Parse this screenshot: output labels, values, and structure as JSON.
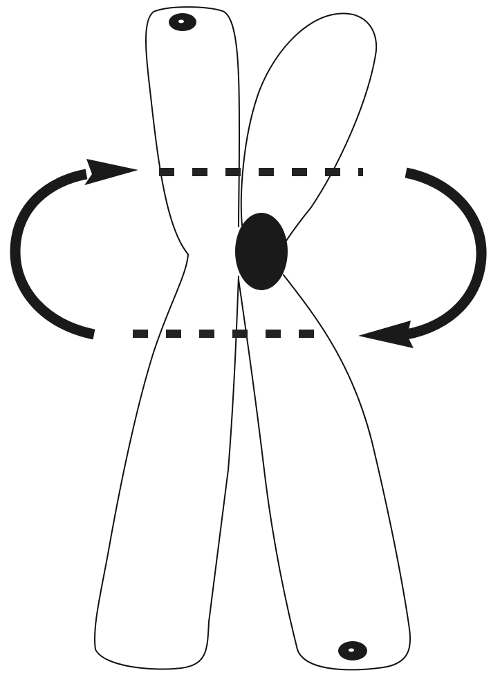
{
  "diagram": {
    "subject": "chromosome-inversion",
    "colors": {
      "outline": "#111111",
      "fill": "#1a1a1a",
      "dashes": "#222222",
      "background": "#ffffff"
    },
    "parts": [
      "upper-left-chromosome-arm",
      "upper-right-chromosome-arm",
      "lower-left-chromosome-arm",
      "lower-right-chromosome-arm",
      "centromere",
      "top-telomere-marker",
      "bottom-telomere-marker",
      "upper-breakpoint-line",
      "lower-breakpoint-line",
      "left-rotation-arrow",
      "right-rotation-arrow"
    ]
  }
}
